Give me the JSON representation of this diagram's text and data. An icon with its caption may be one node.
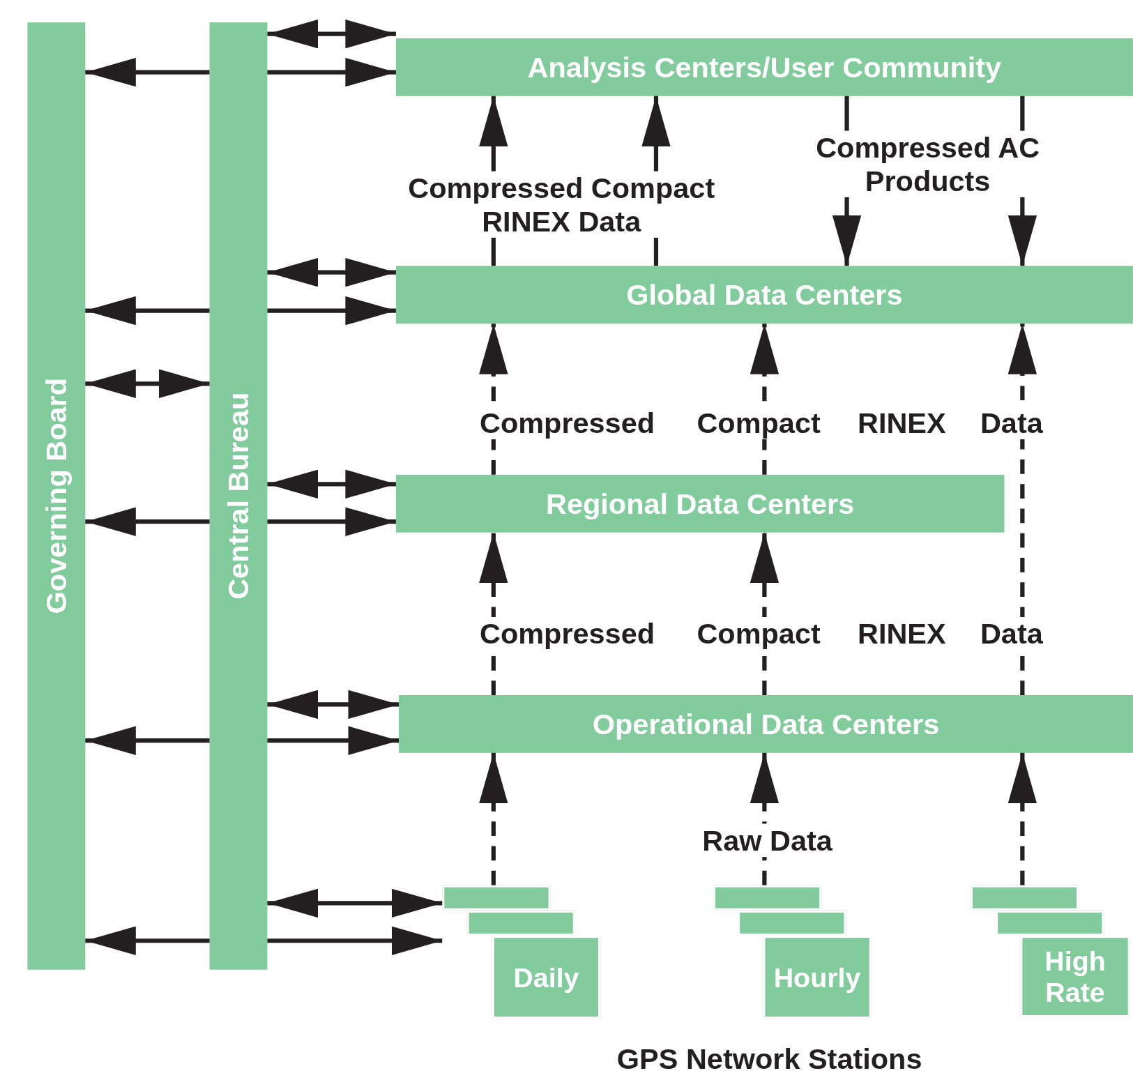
{
  "diagram": {
    "nodes": [
      {
        "text": [
          "Governing Board"
        ]
      },
      {
        "text": [
          "Central Bureau"
        ]
      },
      {
        "text": [
          "Analysis Centers/User Community"
        ]
      },
      {
        "text": [
          "Global Data Centers"
        ]
      },
      {
        "text": [
          "Regional Data Centers"
        ]
      },
      {
        "text": [
          "Operational Data Centers"
        ]
      },
      {
        "text": [],
        "shape": "box"
      },
      {
        "text": [],
        "shape": "box"
      },
      {
        "text": [
          "Daily"
        ]
      },
      {
        "text": [],
        "shape": "box"
      },
      {
        "text": [],
        "shape": "box"
      },
      {
        "text": [
          "Hourly"
        ]
      },
      {
        "text": [],
        "shape": "box"
      },
      {
        "text": [],
        "shape": "box"
      },
      {
        "text": [
          "High Rate"
        ]
      }
    ],
    "edges": [
      {
        "from": 1,
        "to": 2,
        "arrow": "both"
      },
      {
        "from": 1,
        "to": 0,
        "arrow": "to"
      },
      {
        "from": 1,
        "to": 2,
        "arrow": "to"
      },
      {
        "from": 1,
        "to": 3,
        "arrow": "both"
      },
      {
        "from": 1,
        "to": 0,
        "arrow": "to"
      },
      {
        "from": 1,
        "to": 3,
        "arrow": "to"
      },
      {
        "from": 1,
        "to": 0,
        "arrow": "both"
      },
      {
        "from": 1,
        "to": 4,
        "arrow": "both"
      },
      {
        "from": 1,
        "to": 0,
        "arrow": "to"
      },
      {
        "from": 1,
        "to": 4,
        "arrow": "to"
      },
      {
        "from": 1,
        "to": 5,
        "arrow": "both"
      },
      {
        "from": 1,
        "to": 0,
        "arrow": "to"
      },
      {
        "from": 1,
        "to": 5,
        "arrow": "to"
      },
      {
        "from": 1,
        "to": 6,
        "arrow": "both"
      },
      {
        "from": 1,
        "to": 0,
        "arrow": "to"
      },
      {
        "from": 1,
        "to": 6,
        "arrow": "to"
      },
      {
        "from": 3,
        "to": 2,
        "arrow": "to",
        "label": "Compressed Compact RINEX Data"
      },
      {
        "from": 3,
        "to": 2,
        "arrow": "to"
      },
      {
        "from": 2,
        "to": 3,
        "arrow": "to",
        "label": "Compressed AC Products"
      },
      {
        "from": 2,
        "to": 3,
        "arrow": "to"
      },
      {
        "from": 4,
        "to": 3,
        "arrow": "to",
        "label": "Compressed",
        "style": "dashed"
      },
      {
        "from": 4,
        "to": 3,
        "arrow": "to",
        "label": "Compact",
        "style": "dashed"
      },
      {
        "from": 5,
        "to": 3,
        "arrow": "to",
        "label": "Data",
        "style": "dashed"
      },
      {
        "from": 5,
        "to": 4,
        "arrow": "to",
        "label": "Compressed",
        "style": "dashed"
      },
      {
        "from": 5,
        "to": 4,
        "arrow": "to",
        "label": "Compact",
        "style": "dashed"
      },
      {
        "from": 6,
        "to": 5,
        "arrow": "to",
        "style": "dashed"
      },
      {
        "from": 9,
        "to": 5,
        "arrow": "to",
        "label": "Raw Data",
        "style": "dashed"
      },
      {
        "from": 12,
        "to": 5,
        "arrow": "to",
        "style": "dashed"
      }
    ],
    "labels": [
      "RINEX",
      "Data",
      "RINEX",
      "GPS Network Stations"
    ]
  }
}
